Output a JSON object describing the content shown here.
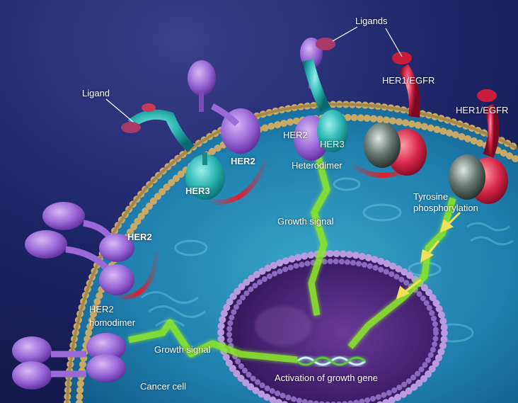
{
  "labels": {
    "ligands": "Ligands",
    "ligand": "Ligand",
    "her1_egfr_a": "HER1/EGFR",
    "her1_egfr_b": "HER1/EGFR",
    "her2_mid": "HER2",
    "her2_top": "HER2",
    "her3_top": "HER3",
    "heterodimer": "Heterodimer",
    "her3_left": "HER3",
    "tyrosine": "Tyrosine",
    "phosphorylation": "phosphorylation",
    "growth_signal_top": "Growth signal",
    "her2_left": "HER2",
    "her2_homo": "HER2",
    "homodimer": "homodimer",
    "growth_signal_bottom": "Growth signal",
    "activation": "Activation of growth gene",
    "cancer_cell": "Cancer cell"
  },
  "colors": {
    "background": "#1a1f5c",
    "cytoplasm": "#1f7fae",
    "membrane_bead": "#b89a5a",
    "nucleus": "#4a2a7a",
    "nuclear_envelope": "#9a7ac8",
    "her2": "#8a5ac8",
    "her3": "#2aa5a5",
    "her1": "#c81e3c",
    "signal": "#7adc1e",
    "dimer_arc": "#e01e2a"
  }
}
